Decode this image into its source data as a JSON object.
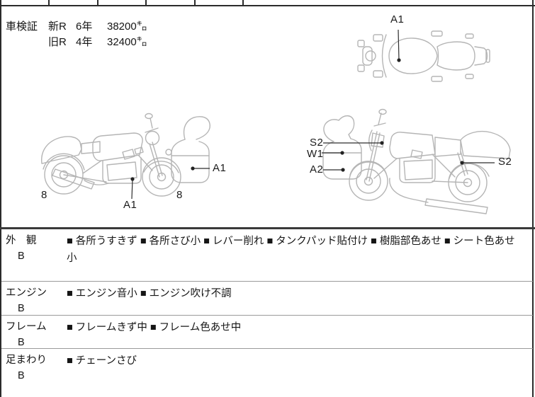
{
  "colors": {
    "border": "#2b2b2b",
    "row_divider": "#9a9a9a",
    "sketch_stroke": "#b5b5b5",
    "text": "#151515"
  },
  "shaken": {
    "caption": "車検証",
    "lines": [
      {
        "reg": "新R",
        "year": "6年",
        "odometer": "38200㌔"
      },
      {
        "reg": "旧R",
        "year": "4年",
        "odometer": "32400㌔"
      }
    ]
  },
  "diagram": {
    "top_view": {
      "tank_label": "A1"
    },
    "left_view": {
      "rear_wheel_label": "8",
      "engine_label": "A1",
      "front_wheel_label": "8",
      "cowl_label": "A1"
    },
    "right_view": {
      "headlight_label": "S2",
      "cowl_upper_label": "W1",
      "cowl_lower_label": "A2",
      "rear_label": "S2"
    }
  },
  "inspection": {
    "rows": [
      {
        "category": "外　観",
        "grade": "B",
        "notes": "■ 各所うすきず ■ 各所さび小 ■ レバー削れ ■ タンクパッド貼付け ■ 樹脂部色あせ ■ シート色あせ",
        "notes2": "小"
      },
      {
        "category": "エンジン",
        "grade": "B",
        "notes": "■ エンジン音小 ■ エンジン吹け不調",
        "notes2": ""
      },
      {
        "category": "フレーム",
        "grade": "B",
        "notes": "■ フレームきず中 ■ フレーム色あせ中",
        "notes2": ""
      },
      {
        "category": "足まわり",
        "grade": "B",
        "notes": "■ チェーンさび",
        "notes2": ""
      }
    ]
  }
}
